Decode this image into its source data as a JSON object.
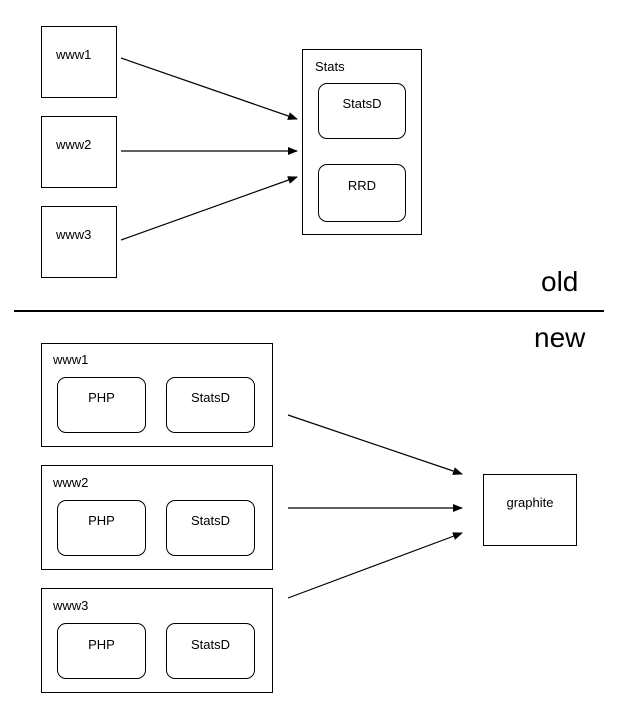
{
  "old_section": {
    "label": "old",
    "servers": [
      "www1",
      "www2",
      "www3"
    ],
    "stats_box": {
      "title": "Stats",
      "statsd": "StatsD",
      "rrd": "RRD"
    }
  },
  "new_section": {
    "label": "new",
    "servers": [
      {
        "name": "www1",
        "php": "PHP",
        "statsd": "StatsD"
      },
      {
        "name": "www2",
        "php": "PHP",
        "statsd": "StatsD"
      },
      {
        "name": "www3",
        "php": "PHP",
        "statsd": "StatsD"
      }
    ],
    "graphite": "graphite"
  }
}
